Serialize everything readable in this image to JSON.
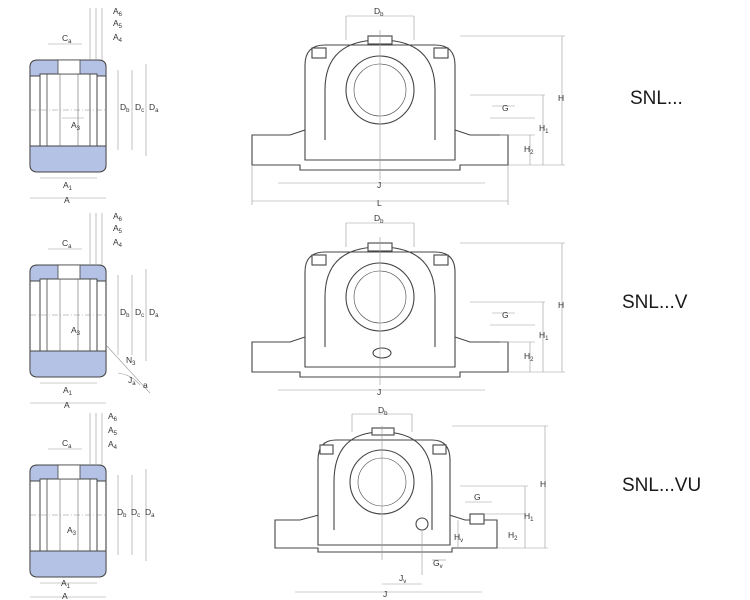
{
  "colors": {
    "seal": "#b4c2e6",
    "outline": "#444444",
    "dim_line": "#999999",
    "text": "#1a1a1a"
  },
  "variants": [
    {
      "name": "SNL...",
      "section_labels": {
        "Ca": [
          "C",
          "a"
        ],
        "A6": [
          "A",
          "6"
        ],
        "A5": [
          "A",
          "5"
        ],
        "A4": [
          "A",
          "4"
        ],
        "Db": [
          "D",
          "b"
        ],
        "Dc": [
          "D",
          "c"
        ],
        "Da": [
          "D",
          "a"
        ],
        "A3": [
          "A",
          "3"
        ],
        "A1": [
          "A",
          "1"
        ],
        "A": [
          "A",
          ""
        ]
      },
      "housing_labels": {
        "Db": [
          "D",
          "b"
        ],
        "G": [
          "G",
          ""
        ],
        "H": [
          "H",
          ""
        ],
        "H1": [
          "H",
          "1"
        ],
        "H2": [
          "H",
          "2"
        ],
        "J": [
          "J",
          ""
        ],
        "L": [
          "L",
          ""
        ]
      }
    },
    {
      "name": "SNL...V",
      "section_labels": {
        "Ca": [
          "C",
          "a"
        ],
        "A6": [
          "A",
          "6"
        ],
        "A5": [
          "A",
          "5"
        ],
        "A4": [
          "A",
          "4"
        ],
        "Db": [
          "D",
          "b"
        ],
        "Dc": [
          "D",
          "c"
        ],
        "Da": [
          "D",
          "a"
        ],
        "A3": [
          "A",
          "3"
        ],
        "N3": [
          "N",
          "3"
        ],
        "Ja": [
          "J",
          "a"
        ],
        "a": [
          "a",
          ""
        ],
        "A1": [
          "A",
          "1"
        ],
        "A": [
          "A",
          ""
        ]
      },
      "housing_labels": {
        "Db": [
          "D",
          "b"
        ],
        "G": [
          "G",
          ""
        ],
        "H": [
          "H",
          ""
        ],
        "H1": [
          "H",
          "1"
        ],
        "H2": [
          "H",
          "2"
        ],
        "J": [
          "J",
          ""
        ]
      }
    },
    {
      "name": "SNL...VU",
      "section_labels": {
        "Ca": [
          "C",
          "a"
        ],
        "A6": [
          "A",
          "6"
        ],
        "A5": [
          "A",
          "5"
        ],
        "A4": [
          "A",
          "4"
        ],
        "Db": [
          "D",
          "b"
        ],
        "Dc": [
          "D",
          "c"
        ],
        "Da": [
          "D",
          "a"
        ],
        "A3": [
          "A",
          "3"
        ],
        "A1": [
          "A",
          "1"
        ],
        "A": [
          "A",
          ""
        ]
      },
      "housing_labels": {
        "Db": [
          "D",
          "b"
        ],
        "G": [
          "G",
          ""
        ],
        "H": [
          "H",
          ""
        ],
        "H1": [
          "H",
          "1"
        ],
        "H2": [
          "H",
          "2"
        ],
        "Hv": [
          "H",
          "v"
        ],
        "Gv": [
          "G",
          "v"
        ],
        "Jv": [
          "J",
          "v"
        ],
        "J": [
          "J",
          ""
        ]
      }
    }
  ]
}
